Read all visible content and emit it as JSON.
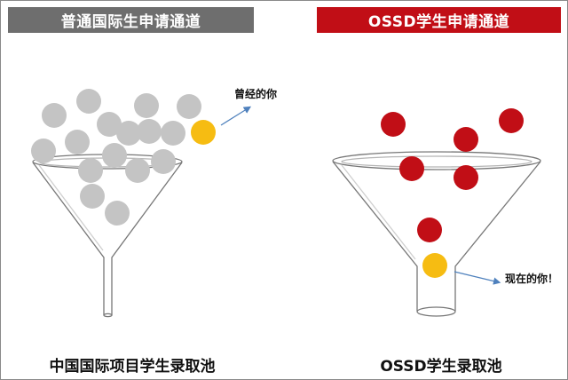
{
  "left_panel": {
    "header": "普通国际生申请通道",
    "caption": "中国国际项目学生录取池",
    "annotation": "曾经的你"
  },
  "right_panel": {
    "header": "OSSD学生申请通道",
    "caption": "OSSD学生录取池",
    "annotation": "现在的你！"
  },
  "colors": {
    "left_header_bg": "#6e6e6e",
    "right_header_bg": "#c10e16",
    "grey_ball": "#c4c4c4",
    "red_ball": "#c10e16",
    "yellow_ball": "#f6bc12",
    "arrow": "#4f81bd"
  },
  "icons": {
    "funnel_left": "glass-funnel-icon",
    "funnel_right": "glass-funnel-icon"
  }
}
